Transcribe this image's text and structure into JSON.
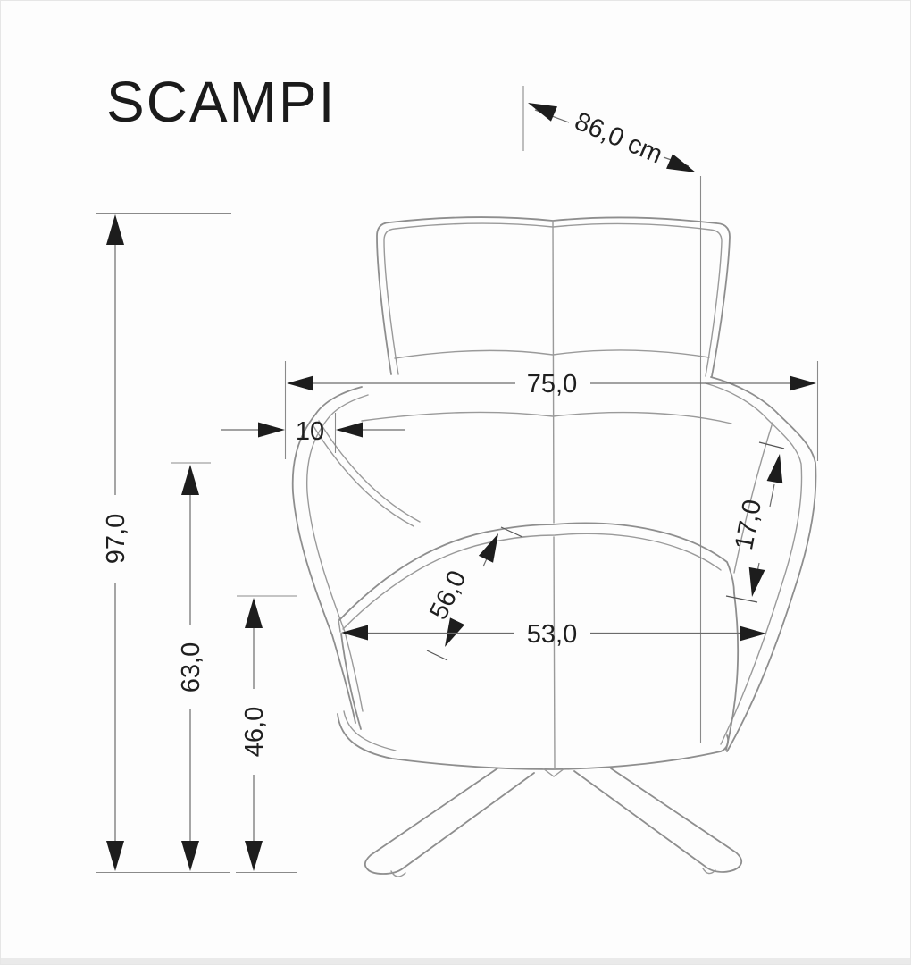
{
  "title": "SCAMPI",
  "colors": {
    "outline": "#8e8e8e",
    "dimension_lines": "#6b6b6b",
    "arrows_text": "#1d1d1d",
    "background": "#fdfdfd"
  },
  "dimensions": {
    "depth_cm": "86,0 cm",
    "overall_height": "97,0",
    "back_support_height": "63,0",
    "seat_height": "46,0",
    "overall_width": "75,0",
    "armrest_inset": "10",
    "seat_depth": "56,0",
    "seat_width": "53,0",
    "armrest_rise": "17,0"
  }
}
